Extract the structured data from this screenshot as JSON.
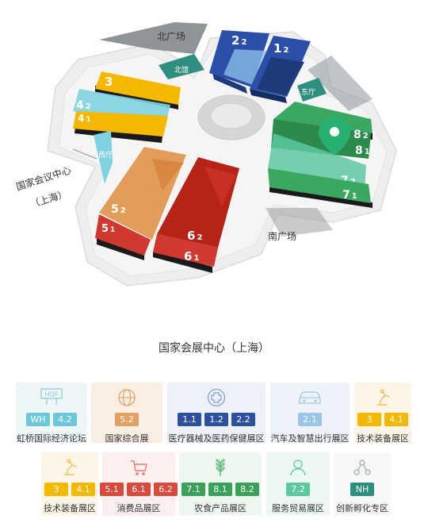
{
  "map": {
    "labels": {
      "north_plaza": "北广场",
      "south_plaza": "南广场",
      "north_hall": "北馆",
      "east_hall": "东厅",
      "west_hall": "西厅",
      "convention_center_line1": "国家会议中心",
      "convention_center_line2": "（上海）"
    },
    "halls": {
      "h1": "1",
      "h1_sub": "2",
      "h2": "2",
      "h2_sub": "2",
      "h3": "3",
      "h4_2": "4",
      "h4_2_sub": "2",
      "h4_1": "4",
      "h4_1_sub": "1",
      "h5_2": "5",
      "h5_2_sub": "2",
      "h5_1": "5",
      "h5_1_sub": "1",
      "h6_2": "6",
      "h6_2_sub": "2",
      "h6_1": "6",
      "h6_1_sub": "1",
      "h7_2": "7",
      "h7_2_sub": "2",
      "h7_1": "7",
      "h7_1_sub": "1",
      "h8_2": "8",
      "h8_2_sub": "2",
      "h8_1": "8",
      "h8_1_sub": "1"
    },
    "colors": {
      "yellow": "#f5b800",
      "light_blue": "#7fd3e0",
      "dark_blue": "#2b4fa8",
      "red": "#d0392f",
      "orange": "#e0934a",
      "green": "#3aa860",
      "teal": "#2f8f7e"
    }
  },
  "caption": "国家会展中心（上海）",
  "legend": {
    "row1": [
      {
        "name": "hqf",
        "icon_text": "HQF",
        "badges": [
          "WH",
          "4.2"
        ],
        "label": "虹桥国际经济论坛"
      },
      {
        "name": "national",
        "badges": [
          "5.2"
        ],
        "label": "国家综合展"
      },
      {
        "name": "medical",
        "badges": [
          "1.1",
          "1.2",
          "2.2"
        ],
        "label": "医疗器械及医药保健展区"
      },
      {
        "name": "auto",
        "badges": [
          "2.1"
        ],
        "label": "汽车及智慧出行展区"
      },
      {
        "name": "tech1",
        "badges": [
          "3",
          "4.1"
        ],
        "label": "技术装备展区"
      }
    ],
    "row2": [
      {
        "name": "tech2",
        "badges": [
          "3",
          "4.1"
        ],
        "label": "技术装备展区"
      },
      {
        "name": "consumer",
        "badges": [
          "5.1",
          "6.1",
          "6.2"
        ],
        "label": "消费品展区"
      },
      {
        "name": "agri",
        "badges": [
          "7.1",
          "8.1",
          "8.2"
        ],
        "label": "农食产品展区"
      },
      {
        "name": "service",
        "badges": [
          "7.2"
        ],
        "label": "服务贸易展区"
      },
      {
        "name": "innovation",
        "badges": [
          "NH"
        ],
        "label": "创新孵化专区"
      }
    ],
    "colors": {
      "light_blue": "#6cc8d8",
      "orange": "#e5a064",
      "dark_blue": "#2c4f9e",
      "pale_blue": "#9cc6e8",
      "yellow": "#f5b800",
      "red": "#d94a3d",
      "green": "#3aa05a",
      "mint": "#5cc8a0",
      "teal": "#2f8f7e"
    }
  }
}
